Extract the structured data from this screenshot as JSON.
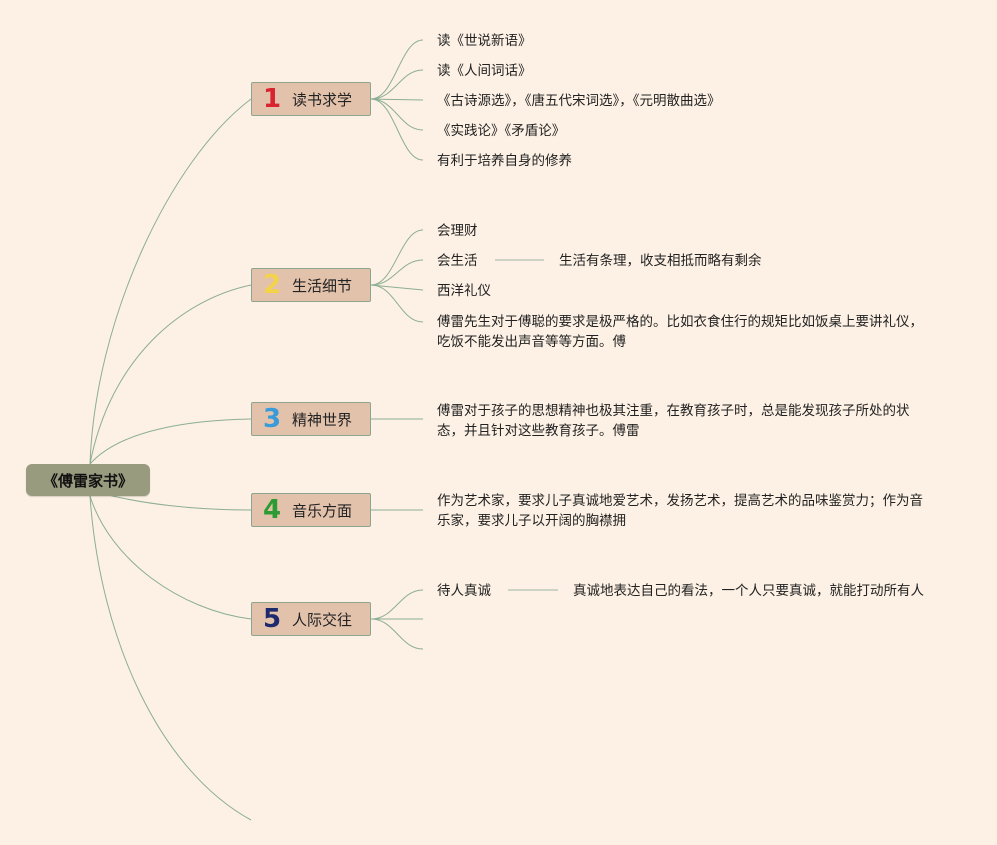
{
  "root": {
    "label": "《傅雷家书》"
  },
  "colors": {
    "background": "#fdf1e5",
    "root": "#999b7f",
    "branch": "#e3c2ac",
    "edge": "#8cae92",
    "num1": "#d82431",
    "num2": "#f3d34a",
    "num3": "#3a9bd9",
    "num4": "#2d9b34",
    "num5": "#1f2a6e"
  },
  "branches": [
    {
      "num": "1",
      "label": "读书求学",
      "leaves": [
        "读《世说新语》",
        "读《人间词话》",
        "《古诗源选》，《唐五代宋词选》，《元明散曲选》",
        "《实践论》《矛盾论》",
        "有利于培养自身的修养"
      ]
    },
    {
      "num": "2",
      "label": "生活细节",
      "leaves": [
        "会理财",
        "会生活",
        "西洋礼仪",
        "傅雷先生对于傅聪的要求是极严格的。比如衣食住行的规矩比如饭桌上要讲礼仪，吃饭不能发出声音等等方面。傅"
      ],
      "sub": "生活有条理，收支相抵而略有剩余"
    },
    {
      "num": "3",
      "label": "精神世界",
      "leaves": [
        "傅雷对于孩子的思想精神也极其注重，在教育孩子时，总是能发现孩子所处的状态，并且针对这些教育孩子。傅雷"
      ]
    },
    {
      "num": "4",
      "label": "音乐方面",
      "leaves": [
        "作为艺术家，要求儿子真诚地爱艺术，发扬艺术，提高艺术的品味鉴赏力；作为音乐家，要求儿子以开阔的胸襟拥"
      ]
    },
    {
      "num": "5",
      "label": "人际交往",
      "leaves": [
        "待人真诚"
      ],
      "sub": "真诚地表达自己的看法，一个人只要真诚，就能打动所有人"
    }
  ]
}
